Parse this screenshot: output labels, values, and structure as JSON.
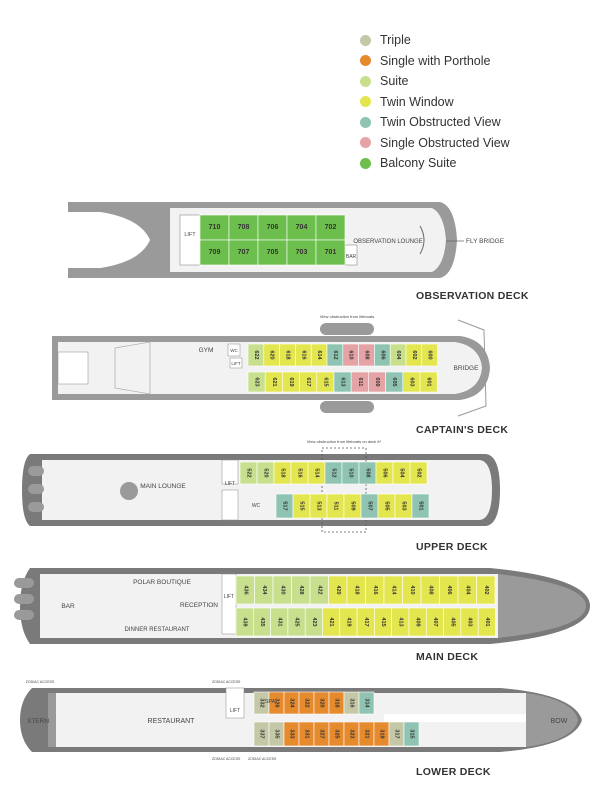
{
  "legend": [
    {
      "label": "Triple",
      "color": "#c5c8a6"
    },
    {
      "label": "Single with Porthole",
      "color": "#e68a2e"
    },
    {
      "label": "Suite",
      "color": "#c8e08e"
    },
    {
      "label": "Twin Window",
      "color": "#e4e650"
    },
    {
      "label": "Twin Obstructed View",
      "color": "#8fc4b2"
    },
    {
      "label": "Single Obstructed View",
      "color": "#e5a3a5"
    },
    {
      "label": "Balcony Suite",
      "color": "#6cbf4d"
    }
  ],
  "decks": [
    {
      "title": "OBSERVATION DECK",
      "labels": [
        "LIFT",
        "OBSERVATION LOUNGE",
        "BAR",
        "FLY BRIDGE"
      ],
      "cabins_top": [
        "710",
        "708",
        "706",
        "704",
        "702"
      ],
      "cabins_bottom": [
        "709",
        "707",
        "705",
        "703",
        "701"
      ]
    },
    {
      "title": "CAPTAIN'S DECK",
      "labels": [
        "GYM",
        "WC",
        "LIFT",
        "BRIDGE",
        "View obstruction from lifeboats"
      ],
      "cabins_top": [
        "622",
        "620",
        "618",
        "616",
        "614",
        "612",
        "610",
        "608",
        "606",
        "604",
        "602",
        "600"
      ],
      "cabins_bottom": [
        "623",
        "621",
        "619",
        "617",
        "615",
        "613",
        "611",
        "609",
        "605",
        "603",
        "601"
      ]
    },
    {
      "title": "UPPER DECK",
      "labels": [
        "MAIN LOUNGE",
        "LIFT",
        "WC",
        "View obstruction from lifeboats on deck 6*"
      ],
      "cabins_top": [
        "522",
        "520",
        "518",
        "516",
        "514",
        "512",
        "510",
        "508",
        "506",
        "504",
        "502"
      ],
      "cabins_bottom": [
        "517",
        "515",
        "513",
        "511",
        "509",
        "507",
        "505",
        "503",
        "501"
      ]
    },
    {
      "title": "MAIN DECK",
      "labels": [
        "BAR",
        "POLAR BOUTIQUE",
        "RECEPTION",
        "DINNER RESTAURANT",
        "LIFT"
      ],
      "cabins_top": [
        "436",
        "434",
        "430",
        "428",
        "422",
        "420",
        "418",
        "416",
        "414",
        "410",
        "408",
        "406",
        "404",
        "402"
      ],
      "cabins_bottom": [
        "439",
        "435",
        "431",
        "425",
        "423",
        "421",
        "419",
        "417",
        "415",
        "413",
        "409",
        "407",
        "405",
        "403",
        "401"
      ]
    },
    {
      "title": "LOWER DECK",
      "labels": [
        "STERN",
        "RESTAURANT",
        "LIFT",
        "SPA",
        "BOW",
        "ZODIAC ACCESS",
        "ZODIAC ACCESS",
        "ZODIAC ACCESS",
        "ZODIAC ACCESS"
      ],
      "cabins_top": [
        "332",
        "326",
        "324",
        "322",
        "320",
        "318",
        "316",
        "314"
      ],
      "cabins_bottom": [
        "337",
        "335",
        "333",
        "331",
        "327",
        "325",
        "323",
        "321",
        "319",
        "317",
        "315"
      ]
    }
  ]
}
